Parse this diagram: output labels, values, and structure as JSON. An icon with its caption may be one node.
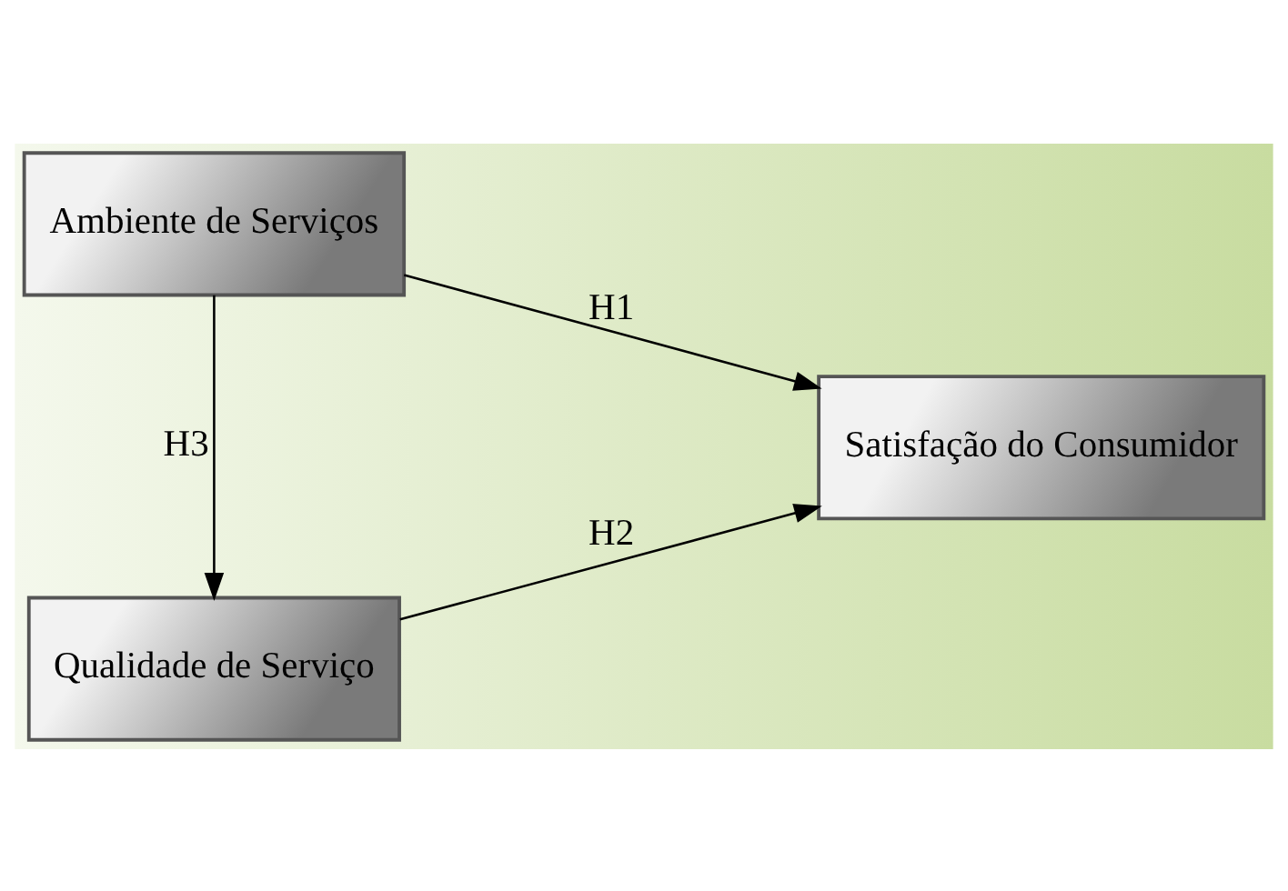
{
  "diagram": {
    "nodes": [
      {
        "text": [
          "Ambiente de Serviços"
        ]
      },
      {
        "text": [
          "Qualidade de Serviço"
        ]
      },
      {
        "text": [
          "Satisfação do Consumidor"
        ]
      }
    ],
    "edges": [
      {
        "from": 0,
        "to": 2,
        "arrow": "to",
        "label": "H1"
      },
      {
        "from": 1,
        "to": 2,
        "arrow": "to",
        "label": "H2"
      },
      {
        "from": 0,
        "to": 1,
        "arrow": "to",
        "label": "H3"
      }
    ]
  }
}
